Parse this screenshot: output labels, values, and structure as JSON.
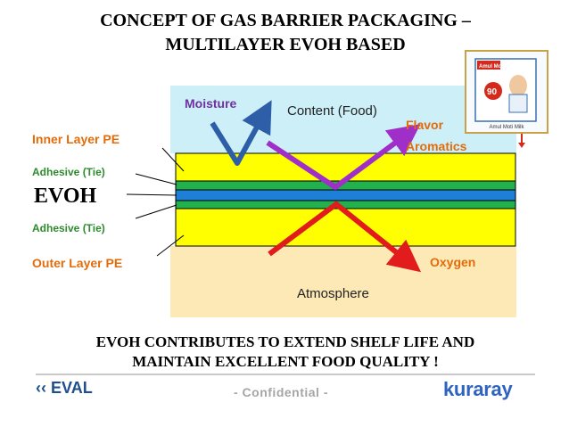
{
  "title": {
    "line1": "CONCEPT OF GAS BARRIER PACKAGING –",
    "line2": "MULTILAYER EVOH BASED"
  },
  "labels": {
    "moisture": "Moisture",
    "content": "Content (Food)",
    "flavor_line1": "Flavor",
    "flavor_line2": "Aromatics",
    "inner_layer": "Inner Layer PE",
    "adhesive_top": "Adhesive (Tie)",
    "evoh": "EVOH",
    "adhesive_bottom": "Adhesive (Tie)",
    "outer_layer": "Outer Layer PE",
    "oxygen": "Oxygen",
    "atmosphere": "Atmosphere"
  },
  "product": {
    "badge": "Amul Moti",
    "number": "90",
    "caption": "Amul Moti Milk"
  },
  "bottom": {
    "line1": "EVOH   CONTRIBUTES TO EXTEND SHELF LIFE AND",
    "line2": "MAINTAIN EXCELLENT FOOD QUALITY  !"
  },
  "footer": {
    "left_logo": "EVAL",
    "middle": "- Confidential -",
    "right_logo": "kuraray"
  },
  "colors": {
    "food_zone": "#cdf0f8",
    "atmosphere_zone": "#fde9b6",
    "pe_layer": "#ffff00",
    "adhesive_layer": "#22b14c",
    "evoh_layer": "#1f7fd6",
    "moisture_arrow": "#2e5ea8",
    "flavor_arrow": "#a02ec8",
    "oxygen_arrow": "#e21c1c",
    "label_orange": "#e36c0a",
    "label_green": "#2e8b2e"
  }
}
